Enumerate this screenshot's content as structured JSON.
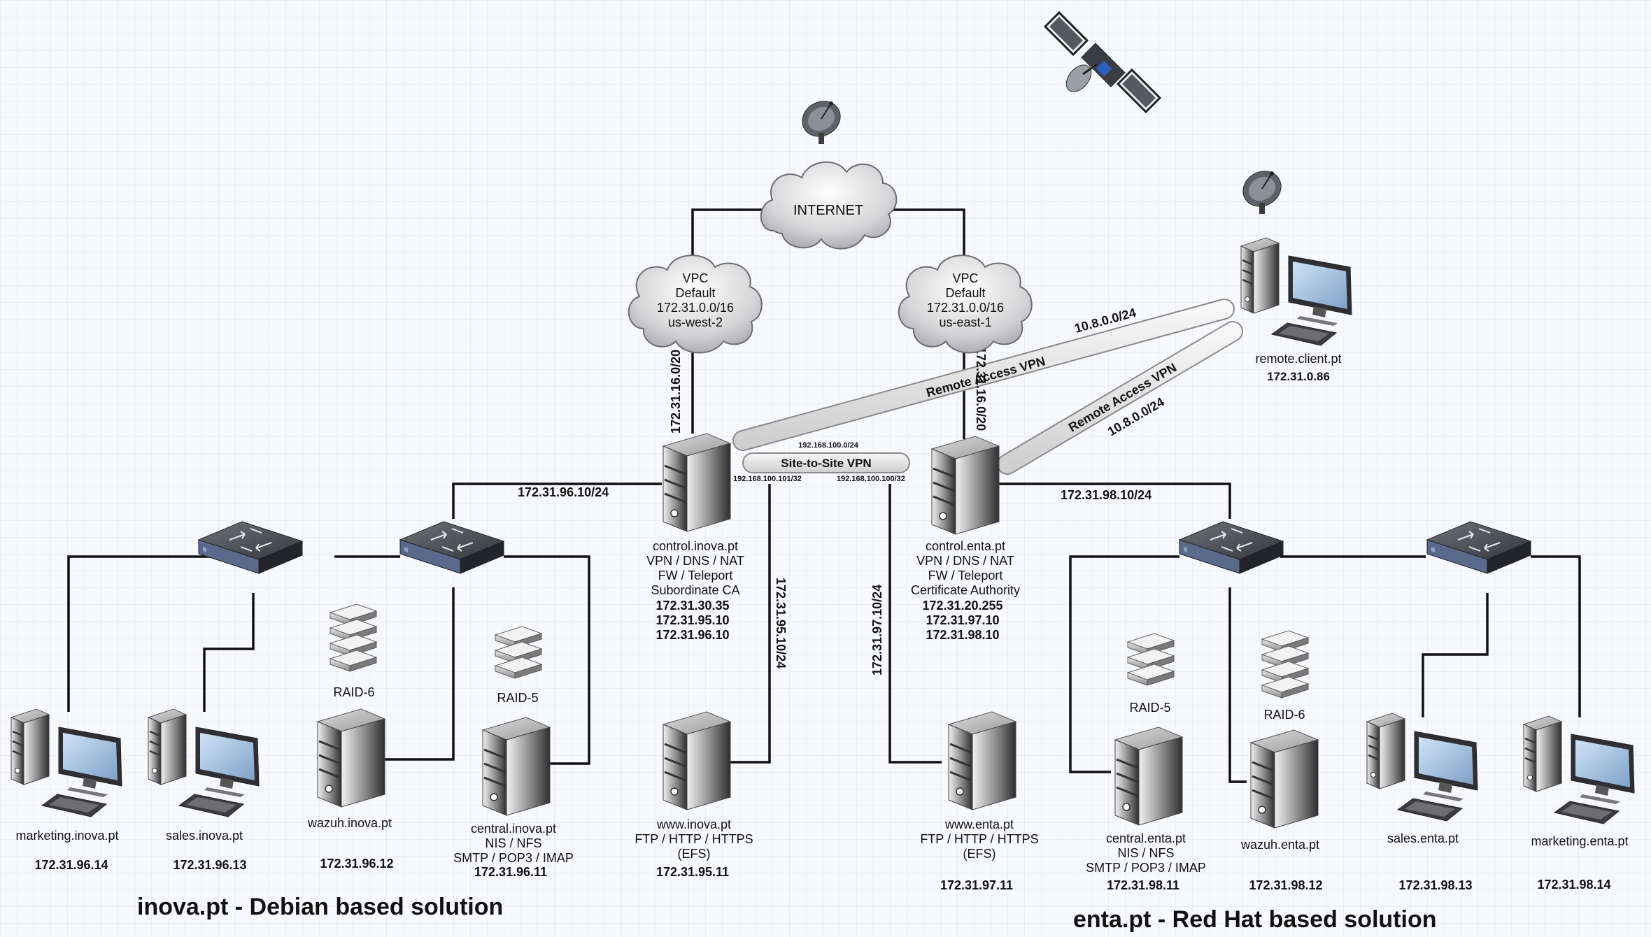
{
  "internet": {
    "label": "INTERNET"
  },
  "vpc_west": {
    "lines": [
      "VPC",
      "Default",
      "172.31.0.0/16",
      "us-west-2"
    ]
  },
  "vpc_east": {
    "lines": [
      "VPC",
      "Default",
      "172.31.0.0/16",
      "us-east-1"
    ]
  },
  "links": {
    "west_uplink": "172.31.16.0/20",
    "east_uplink": "172.31.16.0/20",
    "inova_lan": "172.31.96.10/24",
    "enta_lan": "172.31.98.10/24",
    "inova_dmz": "172.31.95.10/24",
    "enta_dmz": "172.31.97.10/24"
  },
  "vpn": {
    "site_to_site": "Site-to-Site VPN",
    "site_net": "192.168.100.0/24",
    "site_west_ip": "192.168.100.101/32",
    "site_east_ip": "192.168.100.100/32",
    "remote_label": "Remote Access VPN",
    "remote_net": "10.8.0.0/24"
  },
  "remote_client": {
    "name": "remote.client.pt",
    "ip": "172.31.0.86"
  },
  "control_inova": {
    "lines": [
      "control.inova.pt",
      "VPN / DNS / NAT",
      "FW / Teleport",
      "Subordinate CA"
    ],
    "ips": [
      "172.31.30.35",
      "172.31.95.10",
      "172.31.96.10"
    ]
  },
  "control_enta": {
    "lines": [
      "control.enta.pt",
      "VPN / DNS / NAT",
      "FW / Teleport",
      "Certificate Authority"
    ],
    "ips": [
      "172.31.20.255",
      "172.31.97.10",
      "172.31.98.10"
    ]
  },
  "inova_nodes": {
    "marketing": {
      "name": "marketing.inova.pt",
      "ip": "172.31.96.14"
    },
    "sales": {
      "name": "sales.inova.pt",
      "ip": "172.31.96.13"
    },
    "wazuh": {
      "name": "wazuh.inova.pt",
      "ip": "172.31.96.12",
      "raid": "RAID-6"
    },
    "central": {
      "lines": [
        "central.inova.pt",
        "NIS / NFS",
        "SMTP / POP3 / IMAP"
      ],
      "ip": "172.31.96.11",
      "raid": "RAID-5"
    },
    "www": {
      "lines": [
        "www.inova.pt",
        "FTP / HTTP / HTTPS",
        "(EFS)"
      ],
      "ip": "172.31.95.11"
    }
  },
  "enta_nodes": {
    "www": {
      "lines": [
        "www.enta.pt",
        "FTP / HTTP / HTTPS",
        "(EFS)"
      ],
      "ip": "172.31.97.11"
    },
    "central": {
      "lines": [
        "central.enta.pt",
        "NIS / NFS",
        "SMTP / POP3 / IMAP"
      ],
      "ip": "172.31.98.11",
      "raid": "RAID-5"
    },
    "wazuh": {
      "name": "wazuh.enta.pt",
      "ip": "172.31.98.12",
      "raid": "RAID-6"
    },
    "sales": {
      "name": "sales.enta.pt",
      "ip": "172.31.98.13"
    },
    "marketing": {
      "name": "marketing.enta.pt",
      "ip": "172.31.98.14"
    }
  },
  "titles": {
    "inova": "inova.pt - Debian based solution",
    "enta": "enta.pt - Red Hat based solution"
  }
}
